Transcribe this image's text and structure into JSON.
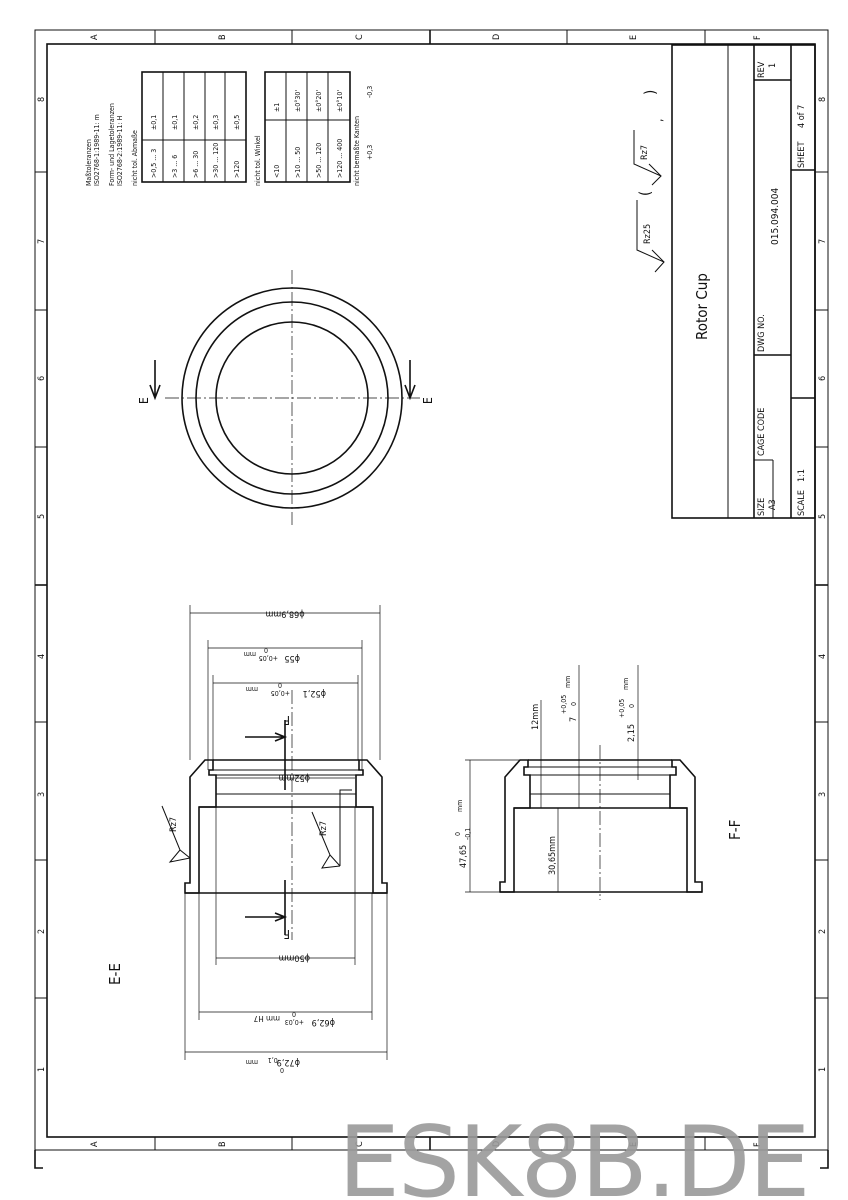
{
  "zones": {
    "letters": [
      "A",
      "B",
      "C",
      "D",
      "E",
      "F"
    ],
    "numbers": [
      "8",
      "7",
      "6",
      "5",
      "4",
      "3",
      "2",
      "1"
    ]
  },
  "tolerances": {
    "general_1": "Maßtoleranzen",
    "general_1_std": "ISO2768-1:1989-11: m",
    "general_2": "Form- und Lagetoleranzen",
    "general_2_std": "ISO2768-2:1989-11: H",
    "linear_title": "nicht tol. Abmaße",
    "linear": [
      {
        "range": ">0,5 ... 3",
        "tol": "±0,1"
      },
      {
        "range": ">3 ... 6",
        "tol": "±0,1"
      },
      {
        "range": ">6 ... 30",
        "tol": "±0,2"
      },
      {
        "range": ">30 ... 120",
        "tol": "±0,3"
      },
      {
        "range": ">120",
        "tol": "±0,5"
      }
    ],
    "angular_title": "nicht tol. Winkel",
    "angular": [
      {
        "range": "<10",
        "tol": "±1"
      },
      {
        "range": ">10 ... 50",
        "tol": "±0°30'"
      },
      {
        "range": ">50 ... 120",
        "tol": "±0°20'"
      },
      {
        "range": ">120 ... 400",
        "tol": "±0°10'"
      }
    ],
    "edges_title": "nicht bemaßte Kanten",
    "edges_upper": "-0,3",
    "edges_lower": "+0,3"
  },
  "surface": {
    "general": "Rz25",
    "other": "Rz7",
    "open": "(",
    ",": ",",
    "close": ")"
  },
  "title_block": {
    "title": "Rotor Cup",
    "dwg_no_label": "DWG NO.",
    "dwg_no": "015.094.004",
    "rev_label": "REV",
    "rev": "1",
    "size_label": "SIZE",
    "size": "A3",
    "cage_label": "CAGE CODE",
    "scale_label": "SCALE",
    "scale": "1:1",
    "sheet_label": "SHEET",
    "sheet": "4 of 7"
  },
  "views": {
    "section_e_marker": "E",
    "section_f_marker": "F",
    "section_ee_label": "E-E",
    "section_ff_label": "F-F"
  },
  "dims_ee": {
    "d68_9": "ϕ68,9mm",
    "d55": "ϕ55",
    "d55_tol_up": "+0,05",
    "d55_tol_lo": "0",
    "d52_1": "ϕ52,1",
    "d52_1_tol_up": "+0,05",
    "d52_1_tol_lo": "0",
    "mm": "mm",
    "d52": "ϕ52mm",
    "d50": "ϕ50mm",
    "d62_9": "ϕ62,9",
    "d62_9_tol_up": "+0,03",
    "d62_9_tol_lo": "0",
    "d62_9_fit": "mm H7",
    "d72_9": "ϕ72,9",
    "d72_9_tol_up": "0",
    "d72_9_tol_lo": "-0,1",
    "rz_outer": "Rz7",
    "rz_inner": "Rz7"
  },
  "dims_ff": {
    "h47_65": "47,65",
    "h47_65_up": "0",
    "h47_65_lo": "-0,1",
    "h30_65": "30,65mm",
    "h12": "12mm",
    "h7": "7",
    "h7_up": "+0,05",
    "h7_lo": "0",
    "h2_15": "2,15",
    "h2_15_up": "+0,05",
    "h2_15_lo": "0",
    "mm": "mm"
  },
  "watermark": "ESK8B.DE"
}
